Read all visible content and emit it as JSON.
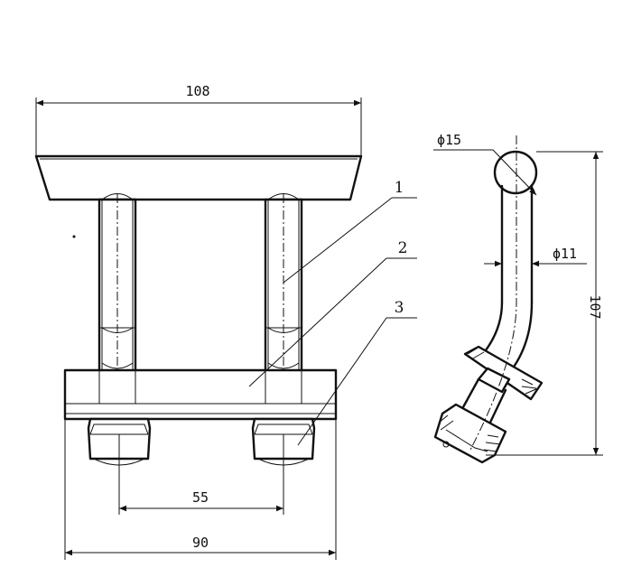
{
  "dimensions": {
    "top_width": "108",
    "bolt_spacing": "55",
    "base_width": "90",
    "ball_diameter": "ϕ15",
    "rod_diameter": "ϕ11",
    "bolt_height": "107"
  },
  "callouts": [
    "1",
    "2",
    "3"
  ]
}
